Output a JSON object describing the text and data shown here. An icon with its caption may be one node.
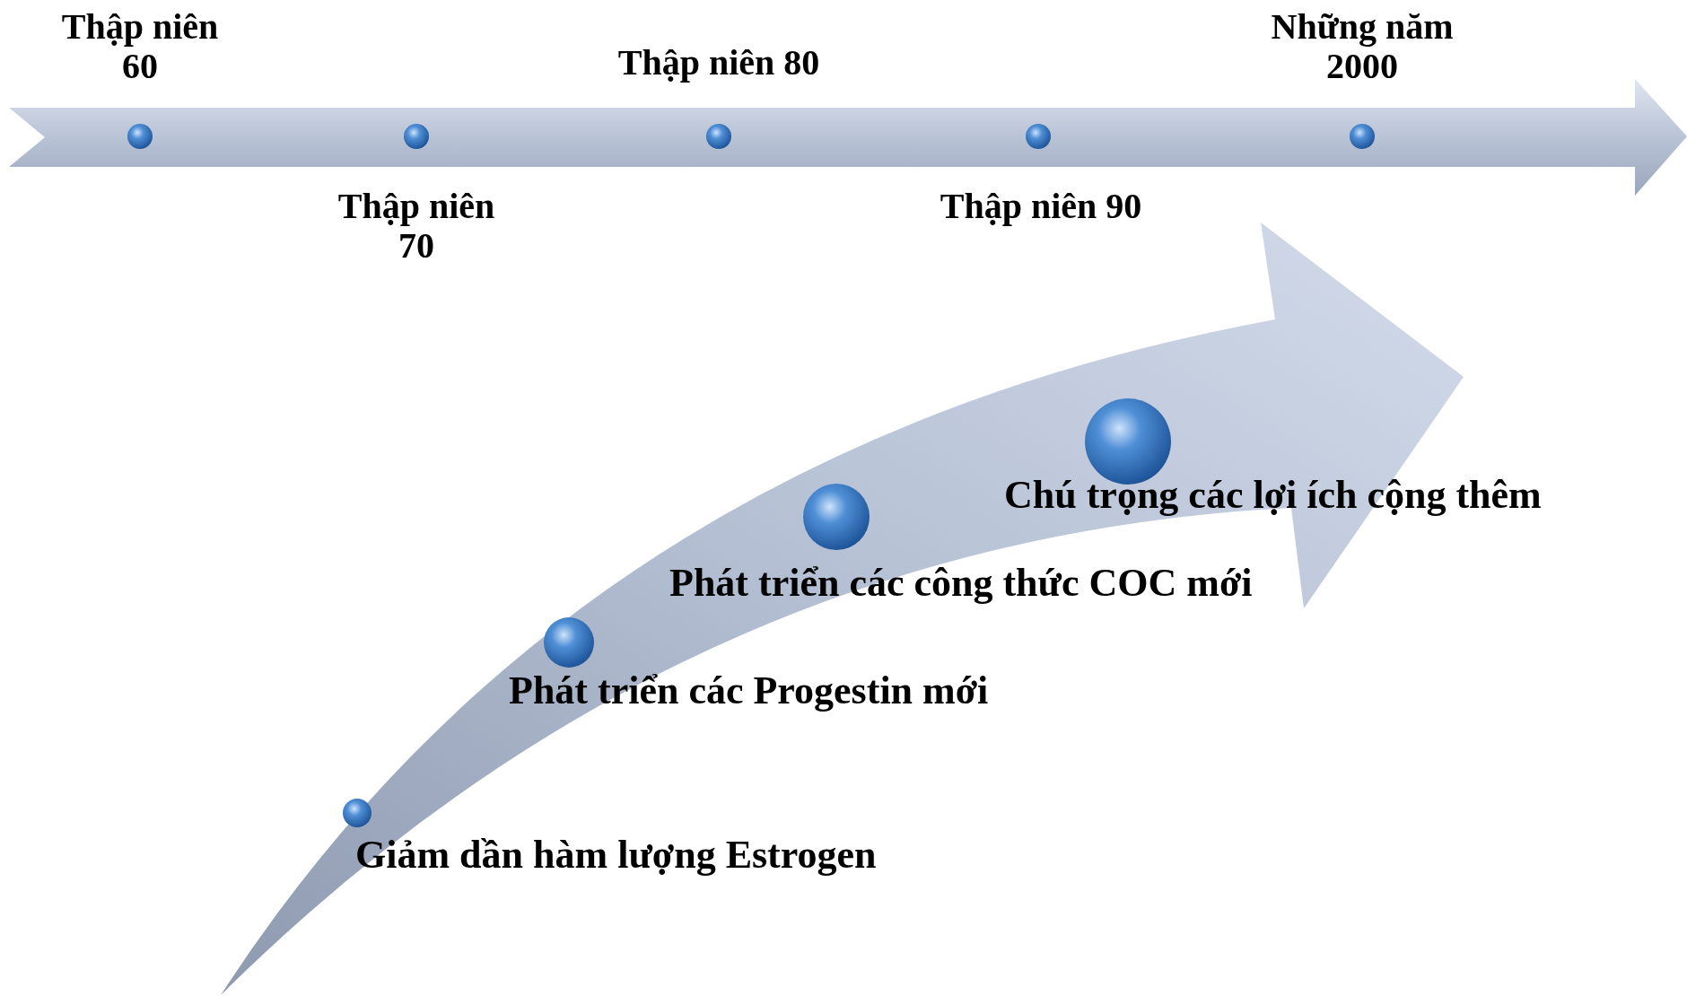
{
  "diagram": {
    "nodes": [
      {
        "text": [],
        "shape": "circle",
        "beside": [
          "Thập niên 60"
        ]
      },
      {
        "text": [],
        "shape": "circle",
        "beside": [
          "Thập niên 70"
        ]
      },
      {
        "text": [],
        "shape": "circle",
        "beside": [
          "Thập niên 80"
        ]
      },
      {
        "text": [],
        "shape": "circle",
        "beside": [
          "Thập niên 90"
        ]
      },
      {
        "text": [],
        "shape": "circle",
        "beside": [
          "Những năm 2000"
        ]
      },
      {
        "text": [],
        "shape": "circle",
        "beside": [
          "Chú trọng các lợi ích cộng thêm"
        ]
      },
      {
        "text": [],
        "shape": "circle",
        "beside": [
          "Phát triển các công thức COC mới"
        ]
      },
      {
        "text": [],
        "shape": "circle",
        "beside": [
          "Phát triển các Progestin mới"
        ]
      },
      {
        "text": [],
        "shape": "circle",
        "beside": [
          "Giảm dần hàm lượng Estrogen"
        ]
      }
    ]
  }
}
